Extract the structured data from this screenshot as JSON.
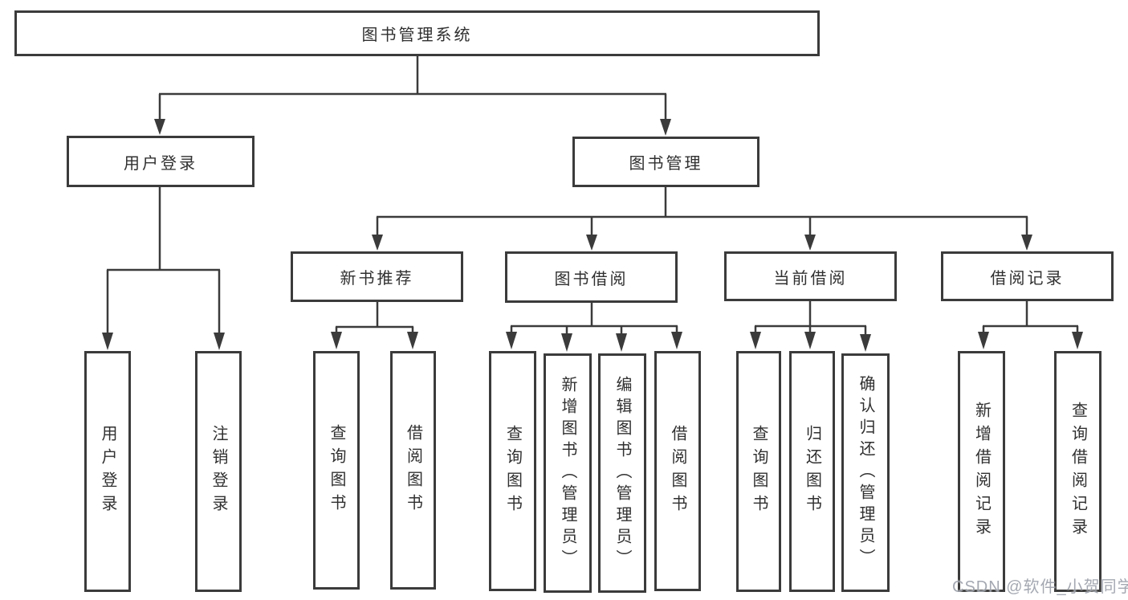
{
  "diagram": {
    "title": "图书管理系统",
    "nodes": {
      "root": "图书管理系统",
      "user_login": "用户登录",
      "book_management": "图书管理",
      "new_book_recommend": "新书推荐",
      "book_borrow": "图书借阅",
      "current_borrow": "当前借阅",
      "borrow_records": "借阅记录",
      "ul_user_login": "用户登录",
      "ul_logout": "注销登录",
      "nr_query_books": "查询图书",
      "nr_borrow_books": "借阅图书",
      "bb_query_books": "查询图书",
      "bb_add_books_admin": "新增图书（管理员）",
      "bb_edit_books_admin": "编辑图书（管理员）",
      "bb_borrow_books": "借阅图书",
      "cb_query_books": "查询图书",
      "cb_return_books": "归还图书",
      "cb_confirm_return_admin": "确认归还（管理员）",
      "br_add_record": "新增借阅记录",
      "br_query_record": "查询借阅记录"
    },
    "hierarchy": {
      "图书管理系统": {
        "用户登录": [
          "用户登录",
          "注销登录"
        ],
        "图书管理": {
          "新书推荐": [
            "查询图书",
            "借阅图书"
          ],
          "图书借阅": [
            "查询图书",
            "新增图书（管理员）",
            "编辑图书（管理员）",
            "借阅图书"
          ],
          "当前借阅": [
            "查询图书",
            "归还图书",
            "确认归还（管理员）"
          ],
          "借阅记录": [
            "新增借阅记录",
            "查询借阅记录"
          ]
        }
      }
    },
    "colors": {
      "border": "#3b3b3b",
      "line": "#3b3b3b",
      "text": "#303030",
      "background": "#ffffff",
      "watermark": "#9499a3"
    }
  },
  "watermark": {
    "text": "CSDN @软件_小贺同学"
  }
}
